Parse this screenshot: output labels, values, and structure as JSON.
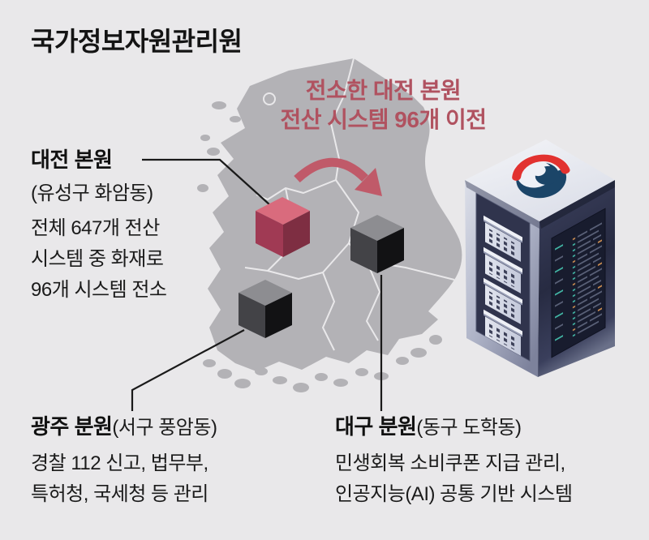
{
  "title": "국가정보자원관리원",
  "headline": {
    "line1": "전소한 대전 본원",
    "line2": "전산 시스템 96개 이전"
  },
  "sites": {
    "daejeon": {
      "name": "대전 본원",
      "location": "(유성구 화암동)",
      "desc": [
        "전체 647개 전산",
        "시스템 중 화재로",
        "96개 시스템 전소"
      ]
    },
    "gwangju": {
      "name": "광주 분원",
      "location": "(서구 풍암동)",
      "desc": [
        "경찰 112 신고, 법무부,",
        "특허청, 국세청 등 관리"
      ]
    },
    "daegu": {
      "name": "대구 분원",
      "location": "(동구 도학동)",
      "desc": [
        "민생회복 소비쿠폰 지급 관리,",
        "인공지능(AI) 공통 기반 시스템"
      ]
    }
  },
  "icons": {
    "map": "south-korea-map",
    "arrow": "migration-arrow-icon",
    "emblem": "korea-government-emblem-icon",
    "server": "server-tower-illustration",
    "cubes": [
      "daejeon-cube-marker",
      "daegu-cube-marker",
      "gwangju-cube-marker"
    ]
  },
  "colors": {
    "background": "#e9e8ea",
    "map": "#b3b2b6",
    "map_border": "#e9e8ea",
    "accent_red": "#b05260",
    "arrow": "#c05a69",
    "line": "#1a1a1a",
    "cube_red_top": "#d96b7d",
    "cube_red_left": "#a03a54",
    "cube_red_right": "#7e2e42",
    "cube_gray_top": "#8d8d91",
    "cube_gray_left": "#434347",
    "cube_gray_right": "#121214",
    "emblem_red": "#e23230",
    "emblem_navy": "#1b4568"
  }
}
